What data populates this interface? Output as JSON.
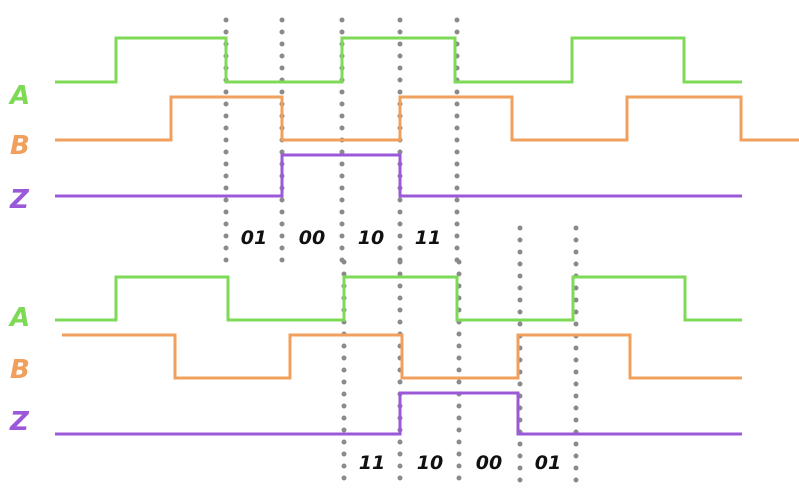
{
  "colors": {
    "A": "#7ed957",
    "B": "#f0a05c",
    "Z": "#9b59d9",
    "marker": "#8a8a8a"
  },
  "panels": [
    {
      "signals": [
        {
          "id": "A",
          "label": "A",
          "transitions": [
            [
              55,
              0
            ],
            [
              116,
              1
            ],
            [
              226,
              0
            ],
            [
              342,
              1
            ],
            [
              455,
              0
            ],
            [
              572,
              1
            ],
            [
              684,
              0
            ],
            [
              742,
              0
            ]
          ]
        },
        {
          "id": "B",
          "label": "B",
          "transitions": [
            [
              55,
              0
            ],
            [
              171,
              1
            ],
            [
              282,
              0
            ],
            [
              400,
              1
            ],
            [
              512,
              0
            ],
            [
              627,
              1
            ],
            [
              741,
              0
            ],
            [
              799,
              0
            ]
          ]
        },
        {
          "id": "Z",
          "label": "Z",
          "transitions": [
            [
              55,
              0
            ],
            [
              282,
              1
            ],
            [
              400,
              0
            ],
            [
              742,
              0
            ]
          ]
        }
      ],
      "states": [
        "01",
        "00",
        "10",
        "11"
      ]
    },
    {
      "signals": [
        {
          "id": "A",
          "label": "A",
          "transitions": [
            [
              55,
              0
            ],
            [
              116,
              1
            ],
            [
              228,
              0
            ],
            [
              344,
              1
            ],
            [
              457,
              0
            ],
            [
              573,
              1
            ],
            [
              685,
              0
            ],
            [
              742,
              0
            ]
          ]
        },
        {
          "id": "B",
          "label": "B",
          "transitions": [
            [
              62,
              1
            ],
            [
              175,
              0
            ],
            [
              290,
              1
            ],
            [
              402,
              0
            ],
            [
              518,
              1
            ],
            [
              630,
              0
            ],
            [
              742,
              0
            ]
          ]
        },
        {
          "id": "Z",
          "label": "Z",
          "transitions": [
            [
              55,
              0
            ],
            [
              400,
              1
            ],
            [
              518,
              0
            ],
            [
              742,
              0
            ]
          ]
        }
      ],
      "states": [
        "11",
        "10",
        "00",
        "01"
      ]
    }
  ]
}
